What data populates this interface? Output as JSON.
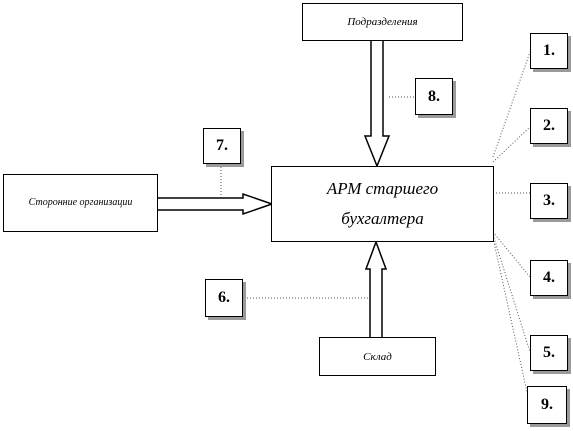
{
  "nodes": {
    "podrazdeleniya": "Подразделения",
    "storonnie": "Сторонние организации",
    "arm": "АРМ старшего бухгалтера",
    "sklad": "Склад"
  },
  "numbers": [
    "1.",
    "2.",
    "3.",
    "4.",
    "5.",
    "6.",
    "7.",
    "8.",
    "9."
  ],
  "colors": {
    "stroke": "#000000",
    "shadow": "#9a9a9a",
    "dotted": "#555555"
  }
}
